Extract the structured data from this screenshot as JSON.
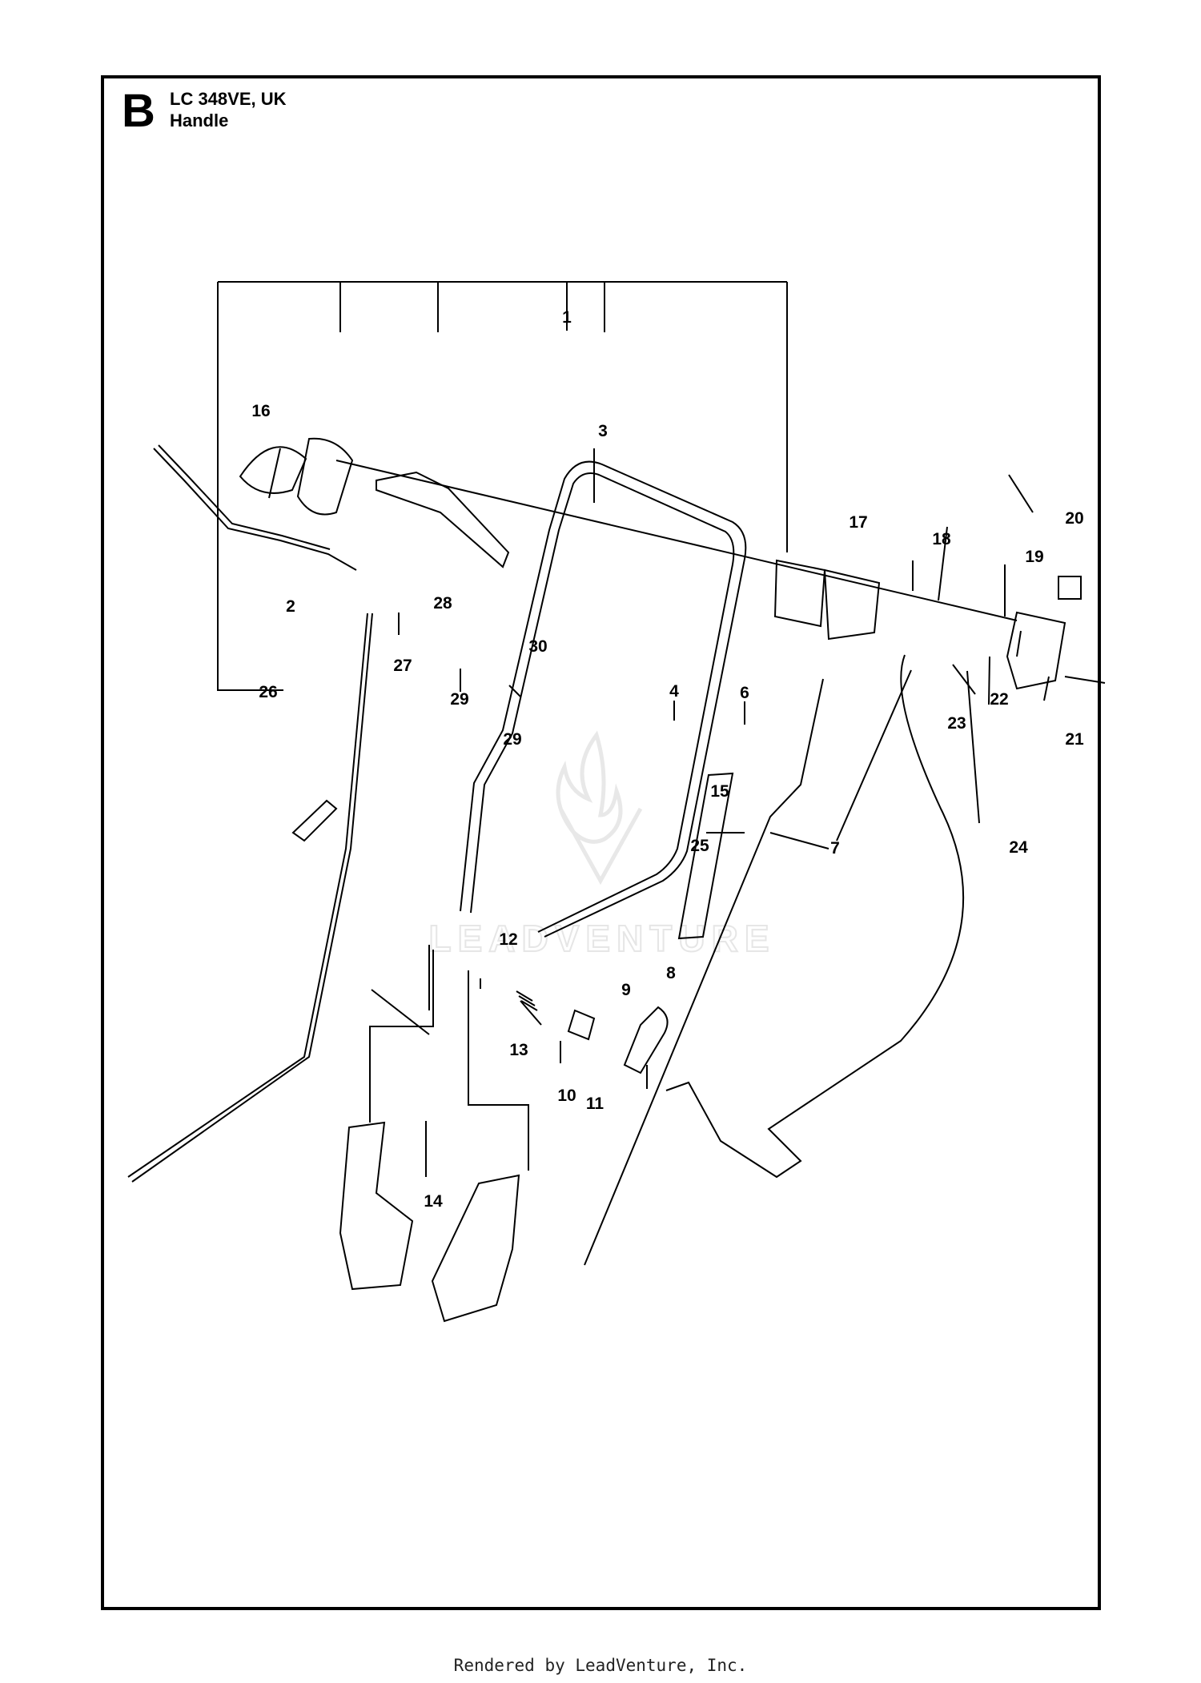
{
  "header": {
    "section_letter": "B",
    "model": "LC 348VE, UK",
    "subtitle": "Handle"
  },
  "watermark": {
    "text": "LEADVENTURE",
    "icon": "flame-v-logo-icon"
  },
  "footer": {
    "text": "Rendered by LeadVenture, Inc."
  },
  "callouts": [
    "1",
    "2",
    "3",
    "4",
    "6",
    "7",
    "8",
    "9",
    "10",
    "11",
    "12",
    "13",
    "14",
    "15",
    "16",
    "17",
    "18",
    "19",
    "20",
    "21",
    "22",
    "23",
    "24",
    "25",
    "26",
    "27",
    "28",
    "29",
    "29",
    "30"
  ]
}
